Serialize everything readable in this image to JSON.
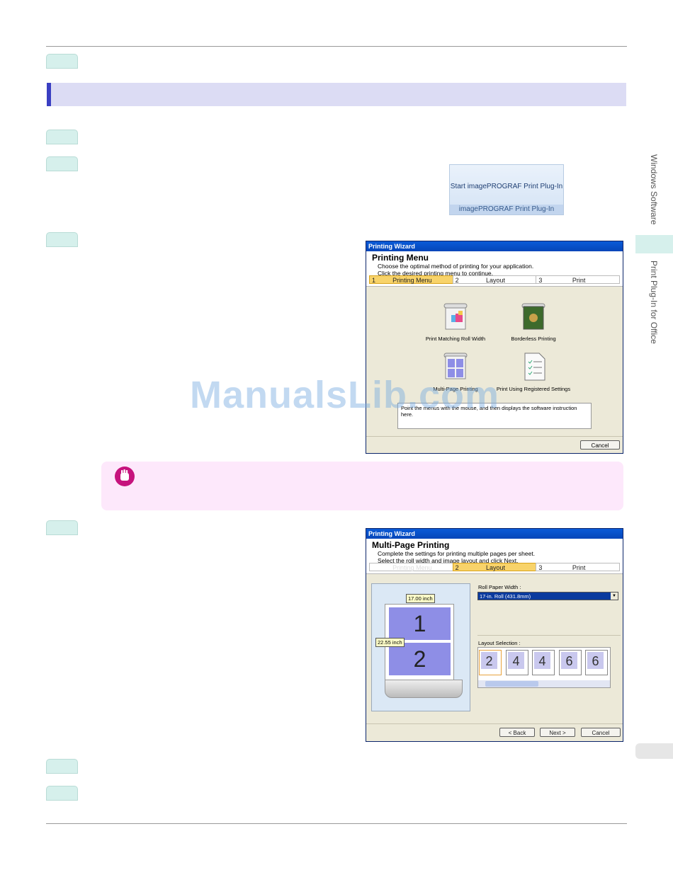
{
  "ribbon": {
    "button_label": "Start imagePROGRAF Print Plug-In",
    "group_label": "imagePROGRAF Print Plug-In"
  },
  "sidebar": {
    "section_top": "Windows Software",
    "section_bottom": "Print Plug-In for Office"
  },
  "watermark": "ManualsLib.com",
  "wizard1": {
    "title": "Printing Wizard",
    "heading": "Printing Menu",
    "line1": "Choose the optimal method of printing for your application.",
    "line2": "Click the desired printing menu to continue.",
    "steps": [
      {
        "num": "1",
        "label": "Printing Menu"
      },
      {
        "num": "2",
        "label": "Layout"
      },
      {
        "num": "3",
        "label": "Print"
      }
    ],
    "options": [
      {
        "label": "Print Matching Roll Width"
      },
      {
        "label": "Borderless Printing"
      },
      {
        "label": "Multi-Page Printing"
      },
      {
        "label": "Print Using Registered Settings"
      }
    ],
    "description": "Point the menus with the mouse, and then displays the software instruction here.",
    "cancel": "Cancel"
  },
  "wizard2": {
    "title": "Printing Wizard",
    "heading": "Multi-Page Printing",
    "line1": "Complete the settings for printing multiple pages per sheet.",
    "line2": "Select the roll width and image layout and click Next.",
    "steps": [
      {
        "num": "",
        "label": "Printing Menu"
      },
      {
        "num": "2",
        "label": "Layout"
      },
      {
        "num": "3",
        "label": "Print"
      }
    ],
    "width_dim": "17.00 inch",
    "height_dim": "22.55 inch",
    "page_1": "1",
    "page_2": "2",
    "roll_label": "Roll Paper Width :",
    "roll_value": "17-in. Roll (431.8mm)",
    "layout_label": "Layout Selection :",
    "layout_thumbs": [
      "2",
      "4",
      "4",
      "6",
      "6"
    ],
    "back": "< Back",
    "next": "Next >",
    "cancel": "Cancel"
  },
  "colors": {
    "accent": "#3a3fc2",
    "step_tab": "#d6f0ec",
    "note_bg": "#fde8fb",
    "note_icon": "#c6137d"
  }
}
